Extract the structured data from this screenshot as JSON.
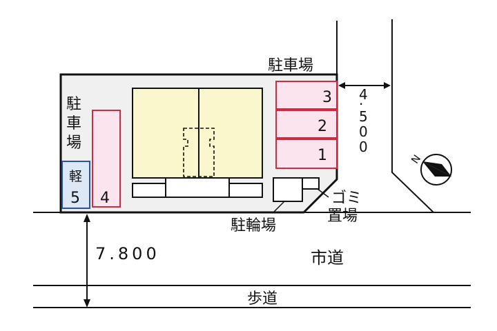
{
  "labels": {
    "parking_top": "駐車場",
    "parking_left": [
      "駐",
      "車",
      "場"
    ],
    "kei": "軽",
    "bicycle_parking": "駐輪場",
    "garbage": [
      "ゴミ",
      "置場"
    ],
    "city_road": "市道",
    "sidewalk": "歩道",
    "road_width": "7.800",
    "side_road_width": [
      "4",
      ".",
      "5",
      "0",
      "0"
    ],
    "north": "N"
  },
  "parking_spaces": {
    "right": [
      "3",
      "2",
      "1"
    ],
    "left_tall": "4",
    "kei_number": "5"
  },
  "colors": {
    "lot_fill": "#f0f0f0",
    "building_fill": "#fbf7cc",
    "space_fill": "#fce4ee",
    "space_stroke": "#d9263a",
    "kei_fill": "#dde8f7",
    "kei_stroke": "#2a4fb5",
    "line": "#111111"
  }
}
